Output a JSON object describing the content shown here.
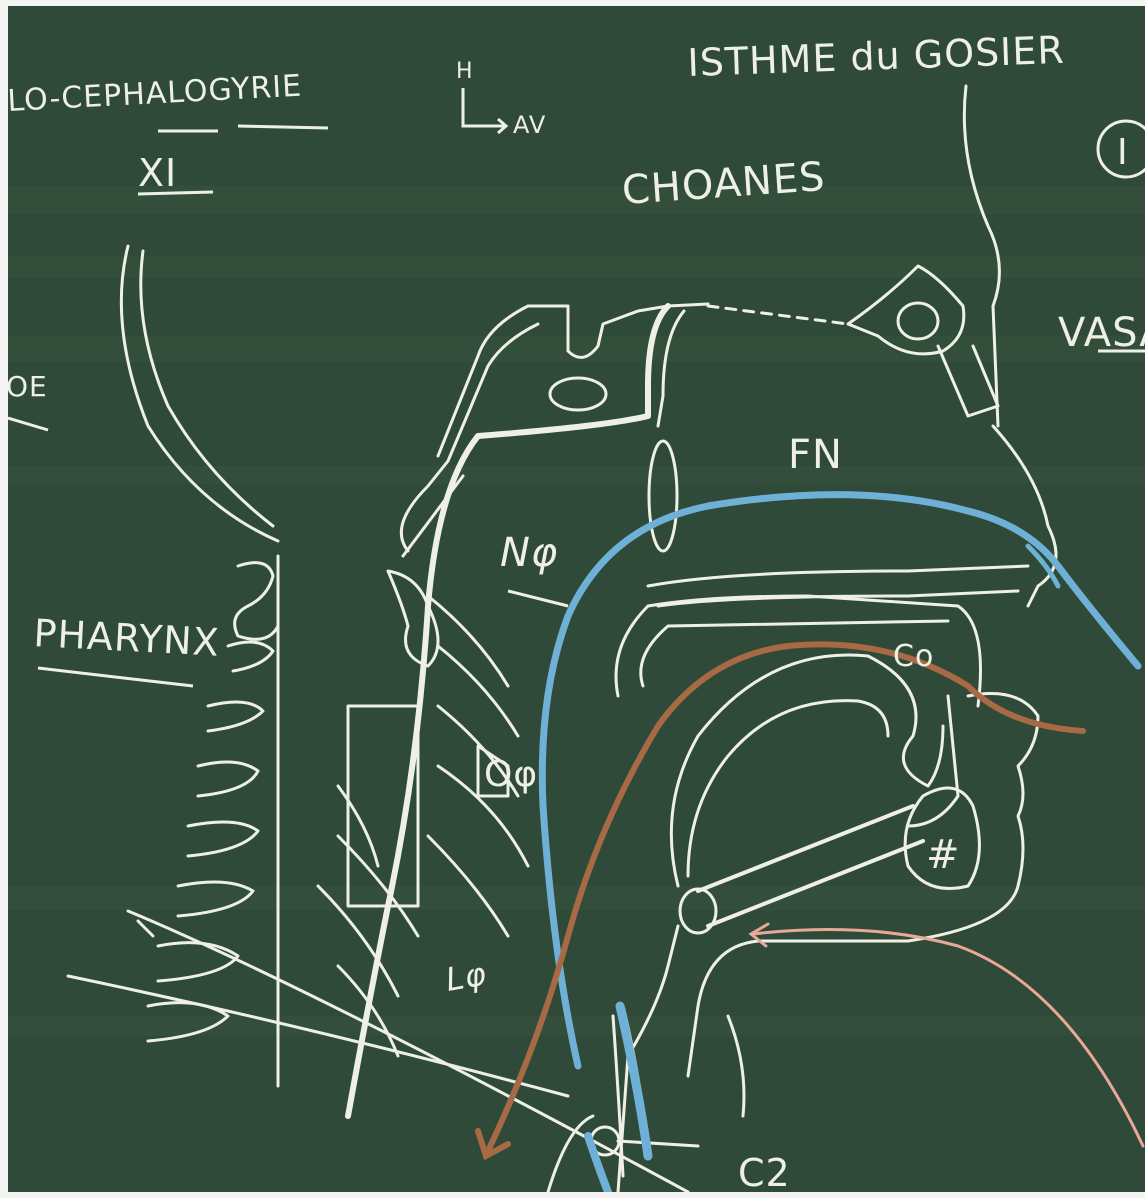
{
  "board_color": "#2f4a38",
  "chalk_white": "#eef0e6",
  "chalk_blue": "#6fb1d6",
  "chalk_brown": "#a86a45",
  "annotation_arrow_color": "#e9a898",
  "labels": {
    "oculo": "LO-CEPHALOGYRIE",
    "nerve_number": "XI",
    "orientation": "H",
    "orientation_arrow": "AV",
    "isthme": "ISTHME du GOSIER",
    "circled": "I",
    "choanes": "CHOANES",
    "vasa": "VASA",
    "oe": "OE",
    "fn": "FN",
    "nphi": "Nφ",
    "pharynx": "PHARYNX",
    "ophi": "Oφ",
    "lphi": "Lφ",
    "hash": "#",
    "co": "Co",
    "c2": "C2"
  }
}
